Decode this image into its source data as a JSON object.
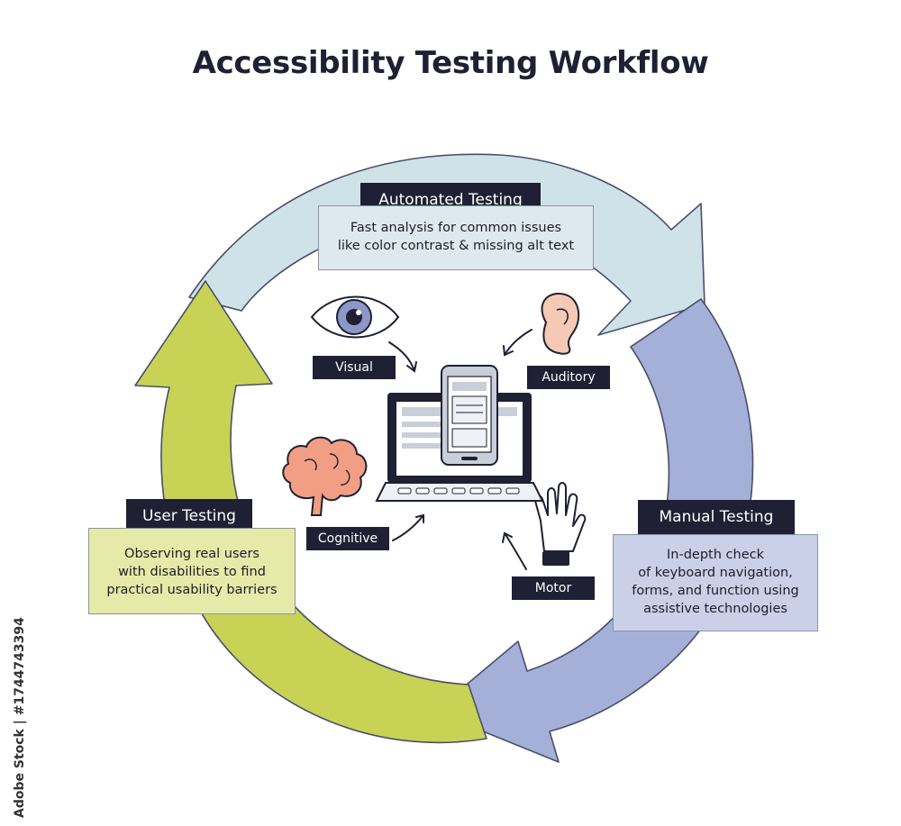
{
  "title": "Accessibility Testing Workflow",
  "stages": {
    "automated": {
      "label": "Automated Testing",
      "desc": [
        "Fast analysis for common issues",
        "like color contrast & missing alt text"
      ],
      "color": "#cfe2e8"
    },
    "manual": {
      "label": "Manual Testing",
      "desc": [
        "In-depth check",
        "of keyboard navigation,",
        "forms, and function using",
        "assistive technologies"
      ],
      "color": "#a4b0d8"
    },
    "user": {
      "label": "User Testing",
      "desc": [
        "Observing real users",
        "with disabilities to find",
        "practical usability barriers"
      ],
      "color": "#c8d356"
    }
  },
  "categories": {
    "visual": "Visual",
    "auditory": "Auditory",
    "cognitive": "Cognitive",
    "motor": "Motor"
  },
  "icons": [
    "eye-icon",
    "ear-icon",
    "brain-icon",
    "hand-icon",
    "laptop-icon",
    "phone-icon"
  ],
  "side_text": "Adobe Stock | #1744743394"
}
